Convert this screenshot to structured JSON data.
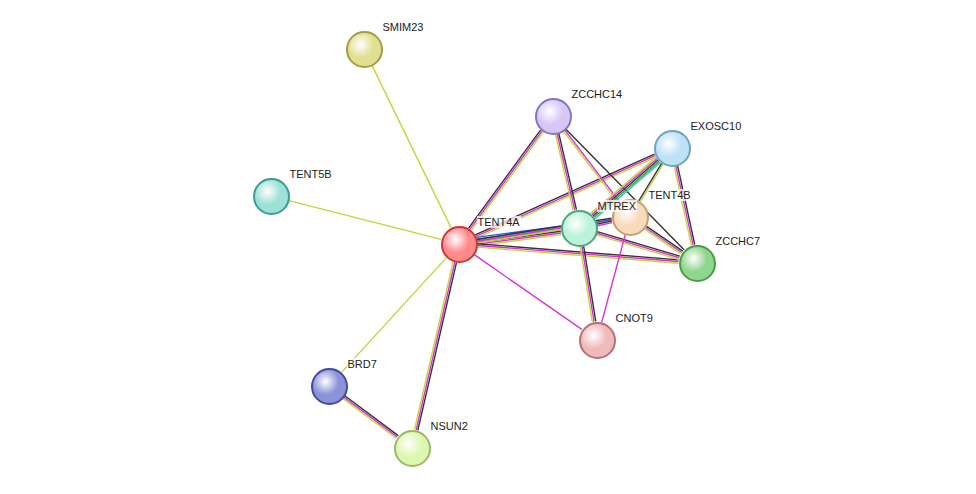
{
  "diagram": {
    "nodes": [
      {
        "text": [
          "SMIM23"
        ]
      },
      {
        "text": [
          "ZCCHC14"
        ]
      },
      {
        "text": [
          "EXOSC10"
        ]
      },
      {
        "text": [
          "TENT5B"
        ]
      },
      {
        "text": [
          "TENT4B"
        ]
      },
      {
        "text": [
          "MTREX"
        ]
      },
      {
        "text": [
          "TENT4A"
        ]
      },
      {
        "text": [
          "ZCCHC7"
        ]
      },
      {
        "text": [
          "CNOT9"
        ]
      },
      {
        "text": [
          "BRD7"
        ]
      },
      {
        "text": [
          "NSUN2"
        ]
      }
    ],
    "edges": [
      {
        "from": 0,
        "to": 6,
        "arrow": "none"
      },
      {
        "from": 3,
        "to": 6,
        "arrow": "none"
      },
      {
        "from": 9,
        "to": 6,
        "arrow": "none"
      },
      {
        "from": 9,
        "to": 10,
        "arrow": "none"
      },
      {
        "from": 6,
        "to": 10,
        "arrow": "none"
      },
      {
        "from": 6,
        "to": 8,
        "arrow": "none"
      },
      {
        "from": 6,
        "to": 1,
        "arrow": "none"
      },
      {
        "from": 6,
        "to": 2,
        "arrow": "none"
      },
      {
        "from": 6,
        "to": 5,
        "arrow": "none"
      },
      {
        "from": 6,
        "to": 4,
        "arrow": "none"
      },
      {
        "from": 6,
        "to": 7,
        "arrow": "none"
      },
      {
        "from": 1,
        "to": 5,
        "arrow": "none"
      },
      {
        "from": 1,
        "to": 4,
        "arrow": "none"
      },
      {
        "from": 1,
        "to": 7,
        "arrow": "none"
      },
      {
        "from": 2,
        "to": 5,
        "arrow": "none"
      },
      {
        "from": 2,
        "to": 4,
        "arrow": "none"
      },
      {
        "from": 2,
        "to": 7,
        "arrow": "none"
      },
      {
        "from": 5,
        "to": 4,
        "arrow": "none"
      },
      {
        "from": 5,
        "to": 7,
        "arrow": "none"
      },
      {
        "from": 4,
        "to": 7,
        "arrow": "none"
      },
      {
        "from": 5,
        "to": 8,
        "arrow": "none"
      },
      {
        "from": 4,
        "to": 8,
        "arrow": "none"
      }
    ]
  }
}
